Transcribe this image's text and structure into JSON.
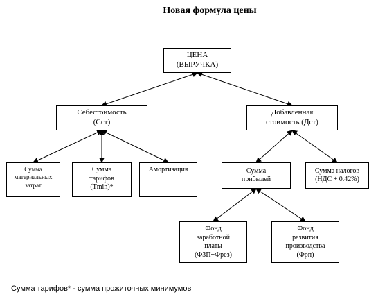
{
  "title": "Новая формула цены",
  "nodes": {
    "price": {
      "lines": [
        "ЦЕНА",
        "(ВЫРУЧКА)"
      ]
    },
    "cost": {
      "lines": [
        "Себестоимость",
        "(Сст)"
      ]
    },
    "value_added": {
      "lines": [
        "Добавленная",
        "стоимость (Дст)"
      ]
    },
    "material": {
      "lines": [
        "Сумма",
        "материальных",
        "затрат"
      ]
    },
    "tariffs": {
      "lines": [
        "Сумма",
        "тарифов",
        "(Tmin)*"
      ]
    },
    "amortization": {
      "lines": [
        "Амортизация"
      ]
    },
    "profit": {
      "lines": [
        "Сумма",
        "прибылей"
      ]
    },
    "taxes": {
      "lines": [
        "Сумма налогов",
        "(НДС + 0.42%)"
      ]
    },
    "wage_fund": {
      "lines": [
        "Фонд",
        "заработной",
        "платы",
        "(ФЗП+Фрез)"
      ]
    },
    "dev_fund": {
      "lines": [
        "Фонд",
        "развития",
        "производства",
        "(Фрп)"
      ]
    }
  },
  "edges": [
    [
      "price",
      "cost"
    ],
    [
      "price",
      "value_added"
    ],
    [
      "cost",
      "material"
    ],
    [
      "cost",
      "tariffs"
    ],
    [
      "cost",
      "amortization"
    ],
    [
      "value_added",
      "profit"
    ],
    [
      "value_added",
      "taxes"
    ],
    [
      "profit",
      "wage_fund"
    ],
    [
      "profit",
      "dev_fund"
    ]
  ],
  "footnote": "Сумма тарифов* - сумма прожиточных минимумов"
}
